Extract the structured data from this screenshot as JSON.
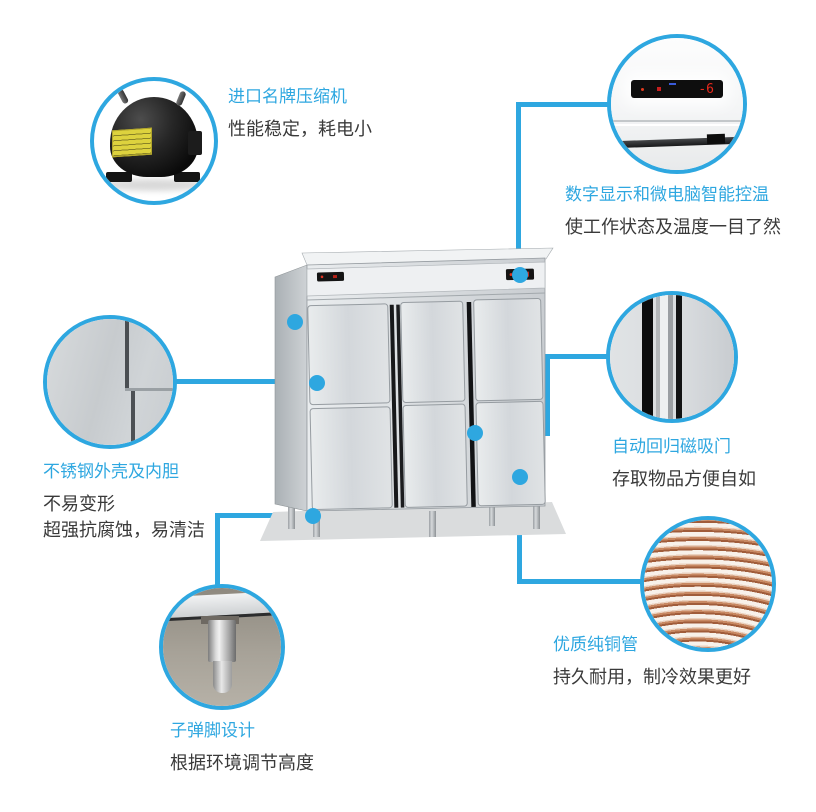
{
  "accent": "#2ea7e0",
  "features": {
    "compressor": {
      "title": "进口名牌压缩机",
      "lines": [
        "性能稳定，耗电小"
      ]
    },
    "control": {
      "title": "数字显示和微电脑智能控温",
      "lines": [
        "使工作状态及温度一目了然"
      ],
      "display_value": "-6"
    },
    "steel": {
      "title": "不锈钢外壳及内胆",
      "lines": [
        "不易变形",
        "超强抗腐蚀，易清洁"
      ]
    },
    "door": {
      "title": "自动回归磁吸门",
      "lines": [
        "存取物品方便自如"
      ]
    },
    "foot": {
      "title": "子弹脚设计",
      "lines": [
        "根据环境调节高度"
      ]
    },
    "copper": {
      "title": "优质纯铜管",
      "lines": [
        "持久耐用，制冷效果更好"
      ]
    }
  }
}
